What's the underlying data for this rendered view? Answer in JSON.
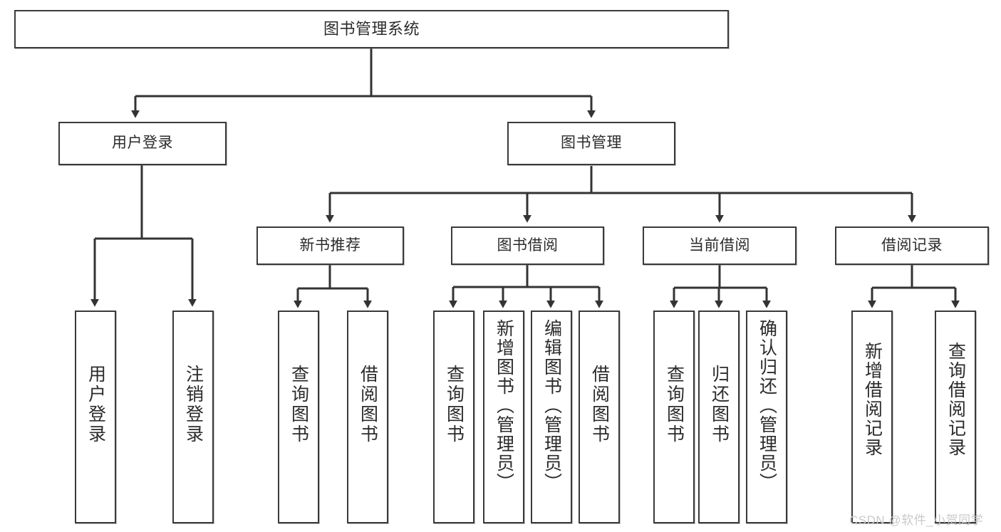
{
  "diagram": {
    "type": "tree",
    "title": "图书管理系统",
    "stroke_color": "#3a3a3a",
    "text_color": "#2b2b2b",
    "background": "#ffffff"
  },
  "nodes": {
    "root": {
      "label": "图书管理系统"
    },
    "level2": [
      {
        "label": "用户登录"
      },
      {
        "label": "图书管理"
      }
    ],
    "level3": [
      {
        "label": "新书推荐"
      },
      {
        "label": "图书借阅"
      },
      {
        "label": "当前借阅"
      },
      {
        "label": "借阅记录"
      }
    ],
    "login_leaves": [
      {
        "label": "用户登录"
      },
      {
        "label": "注销登录"
      }
    ],
    "newbook_leaves": [
      {
        "label": "查询图书"
      },
      {
        "label": "借阅图书"
      }
    ],
    "borrow_leaves": [
      {
        "label": "查询图书"
      },
      {
        "label": "新增图书（管理员）"
      },
      {
        "label": "编辑图书（管理员）"
      },
      {
        "label": "借阅图书"
      }
    ],
    "current_leaves": [
      {
        "label": "查询图书"
      },
      {
        "label": "归还图书"
      },
      {
        "label": "确认归还（管理员）"
      }
    ],
    "record_leaves": [
      {
        "label": "新增借阅记录"
      },
      {
        "label": "查询借阅记录"
      }
    ]
  },
  "watermark": {
    "text": "CSDN @软件_小贺同学"
  }
}
